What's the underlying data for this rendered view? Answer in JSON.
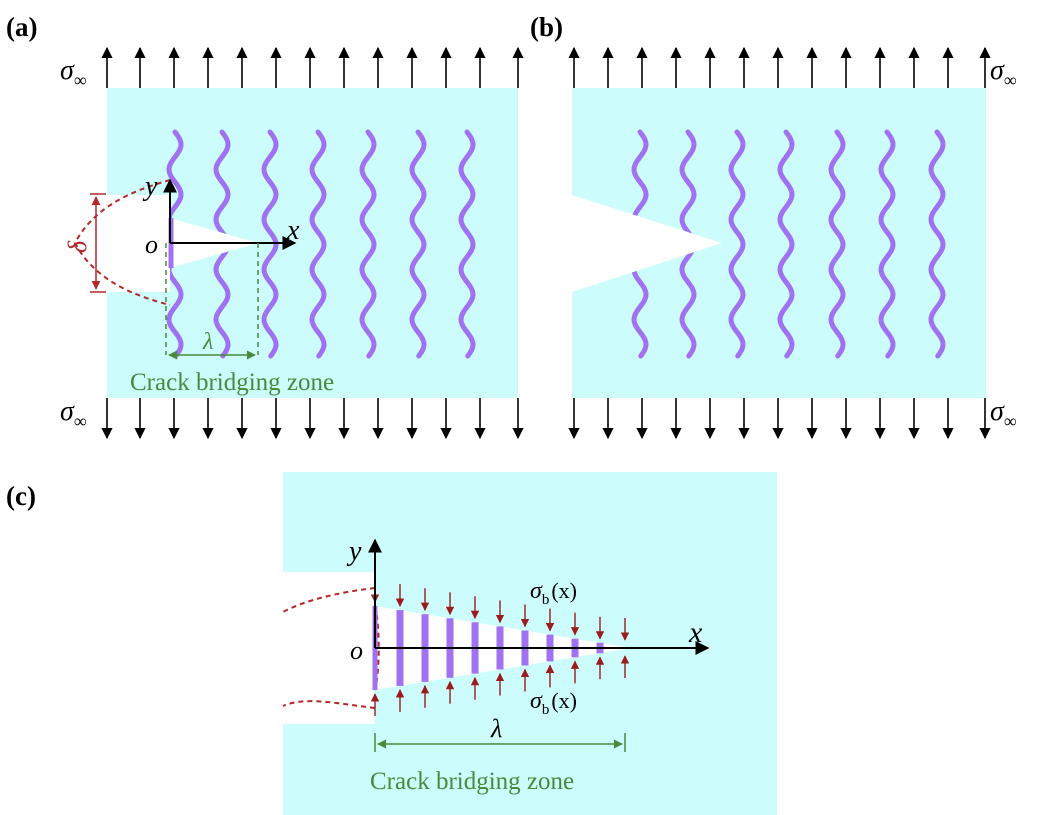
{
  "panels": {
    "a": {
      "label": "(a)"
    },
    "b": {
      "label": "(b)"
    },
    "c": {
      "label": "(c)"
    }
  },
  "symbols": {
    "sigma": "σ",
    "inf": "∞",
    "x": "x",
    "y": "y",
    "origin": "o",
    "delta": "δ",
    "lambda": "λ",
    "sigma_b_main": "σ",
    "sigma_b_sub": "b",
    "sigma_b_arg": "(x)"
  },
  "zone_label": "Crack bridging zone",
  "colors": {
    "matrix": "#ccfcfc",
    "fiber": "#a071f0",
    "crack_opening_profile": "#b42828",
    "force_arrows": "#9b1c1c",
    "zone_annotation": "#4a8a3a",
    "stress_arrows": "#000000",
    "crack": "#ffffff"
  },
  "icons": {
    "stress_arrow": "arrow-up-down",
    "bridging_force": "arrow-pair-inward",
    "fiber": "wavy-fiber"
  }
}
